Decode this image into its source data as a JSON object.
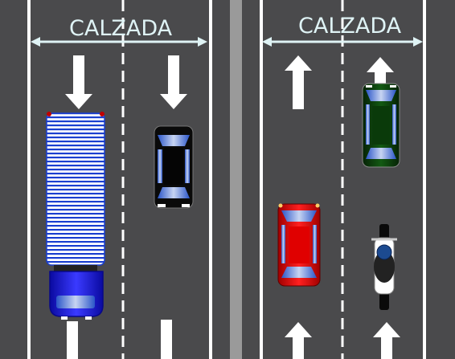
{
  "labels": {
    "left_roadway": "CALZADA",
    "right_roadway": "CALZADA"
  },
  "colors": {
    "asphalt": "#4a4a4c",
    "line_white": "#ffffff",
    "median": "#9a9a9a",
    "label_text": "#dff3f5",
    "dimension_line": "#dff3f5",
    "truck_cab": "#1010d0",
    "truck_trailer": "#ffffff",
    "truck_stripes": "#1a3fd0",
    "car_black": "#0a0a0a",
    "car_red": "#e00000",
    "car_green": "#0a3a0a",
    "motorcycle": "#ffffff",
    "rider_helmet": "#1c4a90"
  },
  "vehicles": [
    {
      "kind": "truck",
      "direction": "down"
    },
    {
      "kind": "car-black",
      "direction": "down"
    },
    {
      "kind": "car-red",
      "direction": "up"
    },
    {
      "kind": "car-green",
      "direction": "up"
    },
    {
      "kind": "motorcycle",
      "direction": "up"
    }
  ],
  "arrows": [
    {
      "direction": "down"
    },
    {
      "direction": "down"
    },
    {
      "direction": "up"
    },
    {
      "direction": "up"
    },
    {
      "direction": "up"
    },
    {
      "direction": "up"
    }
  ]
}
